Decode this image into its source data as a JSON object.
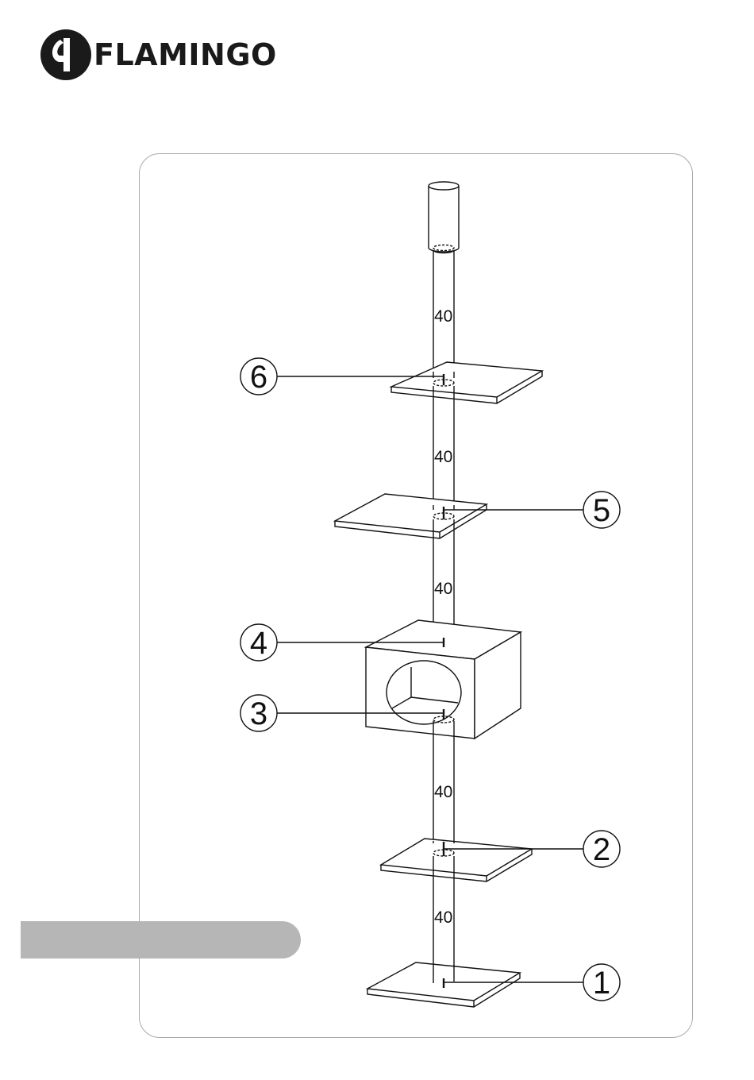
{
  "brand": {
    "name": "FLAMINGO",
    "logo_icon": "flamingo-logo-icon"
  },
  "diagram": {
    "post_length_labels": [
      "40",
      "40",
      "40",
      "40",
      "40"
    ],
    "callouts": [
      "1",
      "2",
      "3",
      "4",
      "5",
      "6"
    ]
  },
  "colors": {
    "frame": "#a9a9a9",
    "bar": "#b6b6b6",
    "ink": "#111111"
  }
}
